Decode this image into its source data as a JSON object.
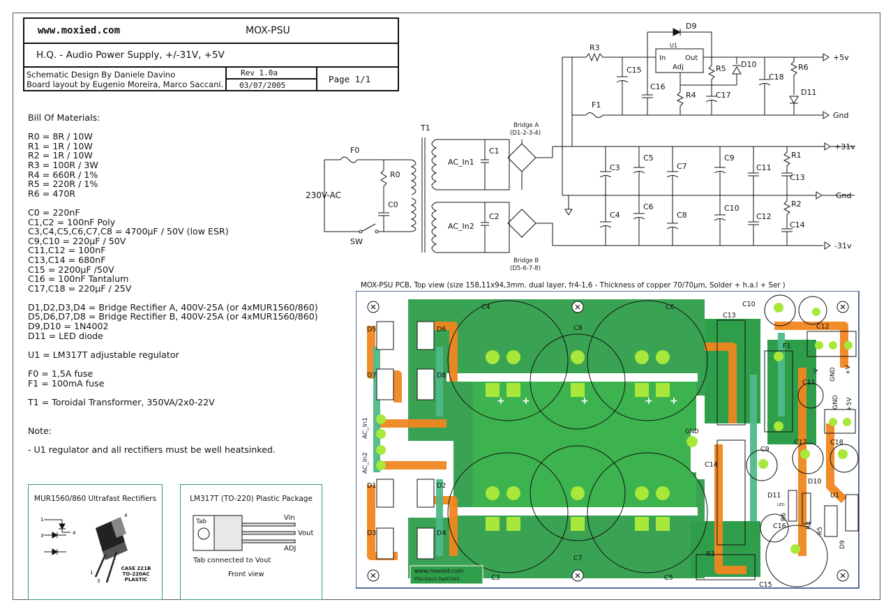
{
  "title_block": {
    "website": "www.moxied.com",
    "project": "MOX-PSU",
    "subtitle": "H.Q. - Audio Power Supply, +/-31V, +5V",
    "design_credit": "Schematic Design By Daniele Davino",
    "layout_credit": "Board layout by Eugenio Moreira, Marco Saccani.",
    "revision": "Rev 1.0a",
    "date": "03/07/2005",
    "page": "Page 1/1"
  },
  "bom": {
    "heading": "Bill Of Materials:",
    "groups": [
      [
        "R0 = 8R / 10W",
        "R1 = 1R / 10W",
        "R2 = 1R / 10W",
        "R3 = 100R / 3W",
        "R4 = 660R / 1%",
        "R5 = 220R / 1%",
        "R6 = 470R"
      ],
      [
        "C0 = 220nF",
        "C1,C2 = 100nF Poly",
        "C3,C4,C5,C6,C7,C8 = 4700µF / 50V (low ESR)",
        "C9,C10 = 220µF / 50V",
        "C11,C12 = 100nF",
        "C13,C14 = 680nF",
        "C15 = 2200µF /50V",
        "C16 = 100nF Tantalum",
        "C17,C18 = 220µF / 25V"
      ],
      [
        "D1,D2,D3,D4 = Bridge Rectifier A, 400V-25A (or 4xMUR1560/860)",
        "D5,D6,D7,D8 = Bridge Rectifier B, 400V-25A (or 4xMUR1560/860)",
        "D9,D10 = 1N4002",
        "D11 = LED diode"
      ],
      [
        "U1 = LM317T adjustable regulator"
      ],
      [
        "F0 = 1,5A fuse",
        "F1 = 100mA fuse"
      ],
      [
        "T1 = Toroidal Transformer, 350VA/2x0-22V"
      ],
      [
        "Note:"
      ],
      [
        "- U1 regulator and all rectifiers must be well heatsinked."
      ]
    ]
  },
  "mur_package": {
    "title": "MUR1560/860 Ultrafast Rectifiers",
    "pins": [
      "1",
      "3",
      "4",
      "4",
      "1",
      "3"
    ],
    "case_text": [
      "CASE 221B",
      "TO-220AC",
      "PLASTIC"
    ]
  },
  "lm317_package": {
    "title": "LM317T (TO-220) Plastic Package",
    "tab_label": "Tab",
    "pins": [
      "Vin",
      "Vout",
      "ADJ"
    ],
    "note": "Tab connected to Vout",
    "view": "Front view"
  },
  "schematic": {
    "mains": "230V-AC",
    "fuse_main": "F0",
    "switch": "SW",
    "r0": "R0",
    "c0": "C0",
    "transformer": "T1",
    "ac_in1": "AC_In1",
    "ac_in2": "AC_In2",
    "c1": "C1",
    "c2": "C2",
    "bridge_a": "Bridge A",
    "bridge_a_parts": "(D1-2-3-4)",
    "bridge_b": "Bridge B",
    "bridge_b_parts": "(D5-6-7-8)",
    "r3": "R3",
    "f1": "F1",
    "c15": "C15",
    "c16": "C16",
    "u1": "U1",
    "u1_in": "In",
    "u1_out": "Out",
    "u1_adj": "Adj",
    "d9": "D9",
    "d10": "D10",
    "r4": "R4",
    "r5": "R5",
    "r6": "R6",
    "c17": "C17",
    "c18": "C18",
    "d11": "D11",
    "rail_p5": "+5v",
    "rail_gnd": "Gnd",
    "rail_p31": "+31v",
    "rail_m31": "-31v",
    "caps_top": [
      "C3",
      "C5",
      "C7",
      "C9",
      "C11"
    ],
    "caps_bot": [
      "C4",
      "C6",
      "C8",
      "C10",
      "C12"
    ],
    "r1": "R1",
    "r2": "R2",
    "c13": "C13",
    "c14": "C14"
  },
  "pcb": {
    "caption": "MOX-PSU PCB, Top view  (size 158,11x94,3mm. dual layer, fr4-1,6 - Thickness of copper 70/70µm, Solder + h.a.l + Ser )",
    "brand": "www.moxied.com",
    "version": "PSU-Dav1.0a/072k5",
    "labels": {
      "d1": "D1",
      "d2": "D2",
      "d3": "D3",
      "d4": "D4",
      "d5": "D5",
      "d6": "D6",
      "d7": "D7",
      "d8": "D8",
      "ac_in1": "AC_In1",
      "ac_in2": "AC_In2",
      "c3": "C3",
      "c4": "C4",
      "c5": "C5",
      "c6": "C6",
      "c7": "C7",
      "c8": "C8",
      "c9": "C9",
      "c10": "C10",
      "c11": "C11",
      "c12": "C12",
      "c13": "C13",
      "c14": "C14",
      "c15": "C15",
      "c16": "C16",
      "c17": "C17",
      "c18": "C18",
      "f1": "F1",
      "r3": "R3",
      "r4": "R4",
      "r5": "R5",
      "r6": "R6",
      "u1": "U1",
      "d9": "D9",
      "d10": "D10",
      "d11": "D11",
      "gnd": "GND",
      "vminus": "-V",
      "vplus": "+V",
      "gnd2": "GND",
      "gnd3": "GND",
      "p5v": "+5V",
      "led": "LED"
    }
  }
}
